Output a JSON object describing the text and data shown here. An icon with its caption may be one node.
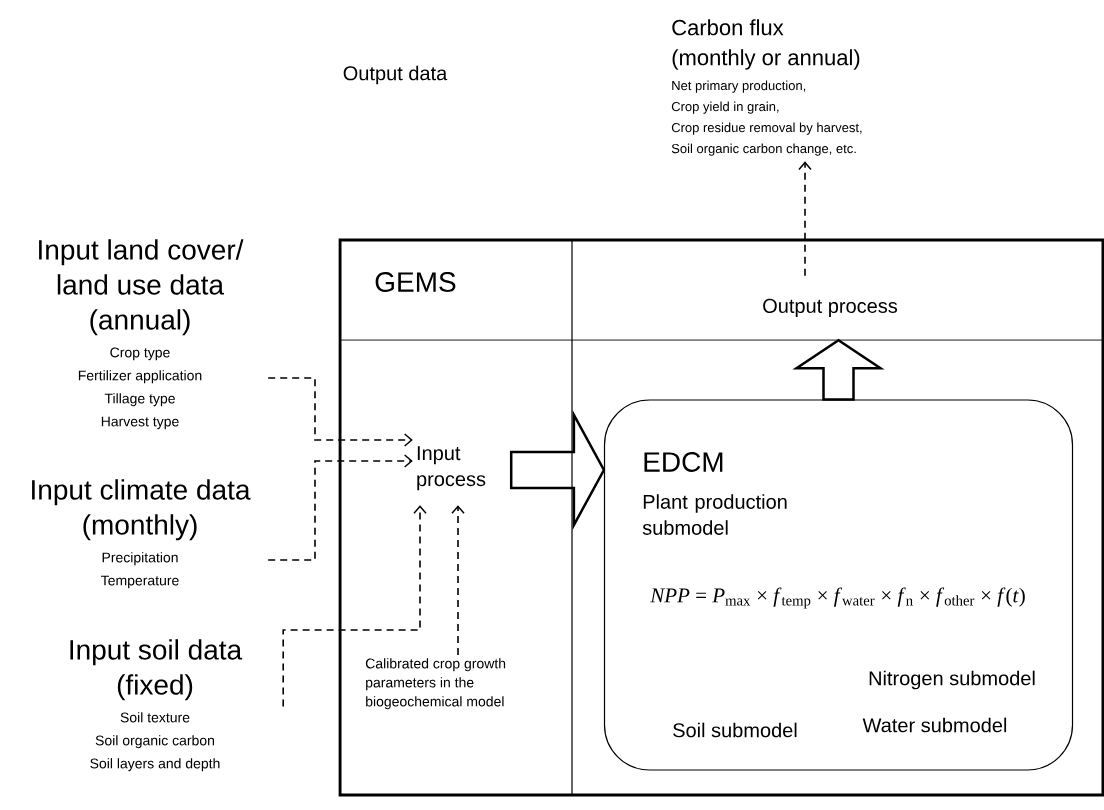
{
  "diagram": {
    "nodes": [
      {
        "text": [
          "Carbon flux (monthly or annual)",
          "Net primary production,",
          "Crop yield in grain,",
          "Crop residue removal by harvest,",
          "Soil organic carbon change, etc."
        ]
      },
      {
        "text": [
          "Input land cover/ land use data (annual)",
          "Crop type",
          "Fertilizer application",
          "Tillage type",
          "Harvest type"
        ]
      },
      {
        "text": [
          "GEMS"
        ]
      },
      {
        "text": [
          "Output process"
        ],
        "in": 2
      },
      {
        "text": [
          "Input process"
        ],
        "in": 2
      },
      {
        "text": [
          "Calibrated crop growth parameters in the biogeochemical model"
        ],
        "in": 2
      },
      {
        "text": [
          "EDCM",
          "Plant production submodel",
          "*NPP* = *P*$_{max}$ × *f*$_{temp}$ × *f*$_{water}$ × *f*$_{n}$ × *f*$_{other}$ × *f*(*t*)",
          "Nitrogen submodel",
          "Soil submodel",
          "Water submodel"
        ],
        "in": 2
      },
      {
        "text": [
          "Input climate data (monthly)",
          "Precipitation",
          "Temperature"
        ]
      },
      {
        "text": [
          "Input soil data (fixed)",
          "Soil texture",
          "Soil organic carbon",
          "Soil layers and depth"
        ]
      }
    ],
    "edges": [
      {
        "from": 1,
        "to": 4,
        "arrow": "to",
        "style": "dashed"
      },
      {
        "from": 7,
        "to": 4,
        "arrow": "to",
        "style": "dashed"
      },
      {
        "from": 8,
        "to": 4,
        "arrow": "to",
        "style": "dashed"
      },
      {
        "from": 5,
        "to": 4,
        "arrow": "to",
        "style": "dashed"
      },
      {
        "from": 4,
        "to": 6,
        "arrow": "to",
        "style": "thick"
      },
      {
        "from": 6,
        "to": 3,
        "arrow": "to",
        "style": "thick"
      },
      {
        "from": 3,
        "to": 0,
        "arrow": "to",
        "style": "dashed"
      }
    ],
    "labels": [
      "Output data"
    ]
  }
}
